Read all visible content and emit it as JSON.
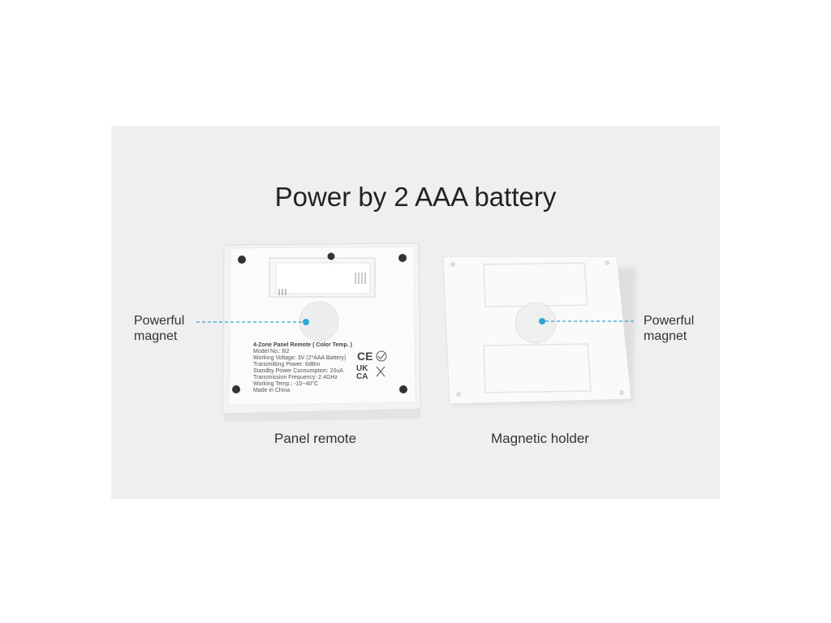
{
  "title": "Power by 2 AAA battery",
  "callouts": {
    "left": [
      "Powerful",
      "magnet"
    ],
    "right": [
      "Powerful",
      "magnet"
    ]
  },
  "captions": {
    "left": "Panel remote",
    "right": "Magnetic holder"
  },
  "label_plate": {
    "heading": "4-Zone Panel Remote ( Color Temp. )",
    "lines": [
      "Model No.: B2",
      "Working Voltage: 3V (2*AAA Battery)",
      "Transmitting Power: 6dBm",
      "Standby Power Consumption: 20uA",
      "Transmission Frequency: 2.4GHz",
      "Working Temp.: -10~40°C",
      "Made in China"
    ],
    "marks": [
      "CE",
      "UK",
      "CA"
    ]
  },
  "colors": {
    "background_panel": "#efefef",
    "callout_accent": "#29a8d8",
    "device_white": "#fbfbfb"
  }
}
